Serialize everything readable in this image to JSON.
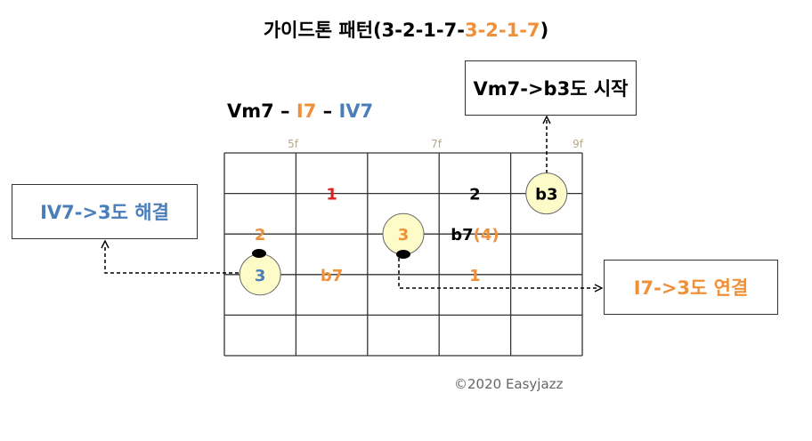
{
  "title": {
    "prefix": "가이드톤 패턴(3-2-1-7-",
    "highlight": "3-2-1-7",
    "suffix": ")",
    "highlight_color": "#f0913a"
  },
  "progression": {
    "chord1": "Vm7",
    "sep1": " – ",
    "chord2": "I7",
    "sep2": " – ",
    "chord3": "IV7",
    "colors": {
      "chord1": "#000000",
      "chord2": "#f0913a",
      "chord3": "#4a7ebb"
    }
  },
  "callouts": {
    "vm7": "Vm7->b3도 시작",
    "iv7": "IV7->3도 해결",
    "i7": "I7->3도 연결"
  },
  "callout_colors": {
    "vm7": "#000000",
    "iv7": "#4a7ebb",
    "i7": "#f0913a"
  },
  "fret_labels": [
    "5f",
    "7f",
    "9f"
  ],
  "notes": [
    {
      "text": "1",
      "color": "#e02020",
      "string": 1,
      "fret": 5.5
    },
    {
      "text": "2",
      "color": "#000000",
      "string": 1,
      "fret": 7.5
    },
    {
      "text": "b3",
      "color": "#000000",
      "string": 1,
      "fret": 8.5,
      "circle": true
    },
    {
      "text": "2",
      "color": "#f0913a",
      "string": 2,
      "fret": 4.5
    },
    {
      "text": "3",
      "color": "#f0913a",
      "string": 2,
      "fret": 6.5,
      "circle": true
    },
    {
      "text": "b7",
      "color": "#000000",
      "string": 2,
      "fret": 7.5,
      "extra": "(4)",
      "extra_color": "#f0913a"
    },
    {
      "text": "3",
      "color": "#4a7ebb",
      "string": 3,
      "fret": 4.5,
      "circle": true
    },
    {
      "text": "b7",
      "color": "#f0913a",
      "string": 3,
      "fret": 5.5
    },
    {
      "text": "1",
      "color": "#f0913a",
      "string": 3,
      "fret": 7.5
    }
  ],
  "colors": {
    "circle_fill": "#fdfbc8",
    "grid": "#333333"
  },
  "copyright": "©2020 Easyjazz"
}
